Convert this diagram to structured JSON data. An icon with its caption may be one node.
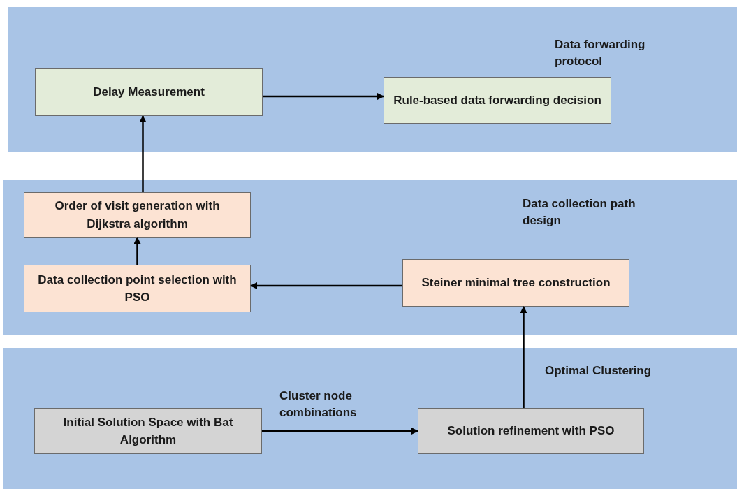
{
  "diagram": {
    "nodes": [
      {
        "text": [
          "Data forwarding protocol"
        ]
      },
      {
        "text": [
          "Delay Measurement"
        ],
        "in": 0
      },
      {
        "text": [
          "Rule-based data forwarding decision"
        ],
        "in": 0
      },
      {
        "text": [
          "Data collection path design"
        ]
      },
      {
        "text": [
          "Order of visit generation with Dijkstra algorithm"
        ],
        "in": 3
      },
      {
        "text": [
          "Data collection point selection with PSO"
        ],
        "in": 3
      },
      {
        "text": [
          "Steiner minimal tree construction"
        ],
        "in": 3
      },
      {
        "text": [
          "Optimal Clustering"
        ]
      },
      {
        "text": [
          "Initial Solution Space with Bat Algorithm"
        ],
        "in": 7
      },
      {
        "text": [
          "Solution refinement with PSO"
        ],
        "in": 7
      }
    ],
    "edges": [
      {
        "from": 1,
        "to": 2,
        "arrow": "to"
      },
      {
        "from": 4,
        "to": 1,
        "arrow": "to"
      },
      {
        "from": 5,
        "to": 4,
        "arrow": "to"
      },
      {
        "from": 6,
        "to": 5,
        "arrow": "to"
      },
      {
        "from": 9,
        "to": 6,
        "arrow": "to"
      },
      {
        "from": 8,
        "to": 9,
        "arrow": "to",
        "label": "Cluster node combinations"
      }
    ]
  }
}
